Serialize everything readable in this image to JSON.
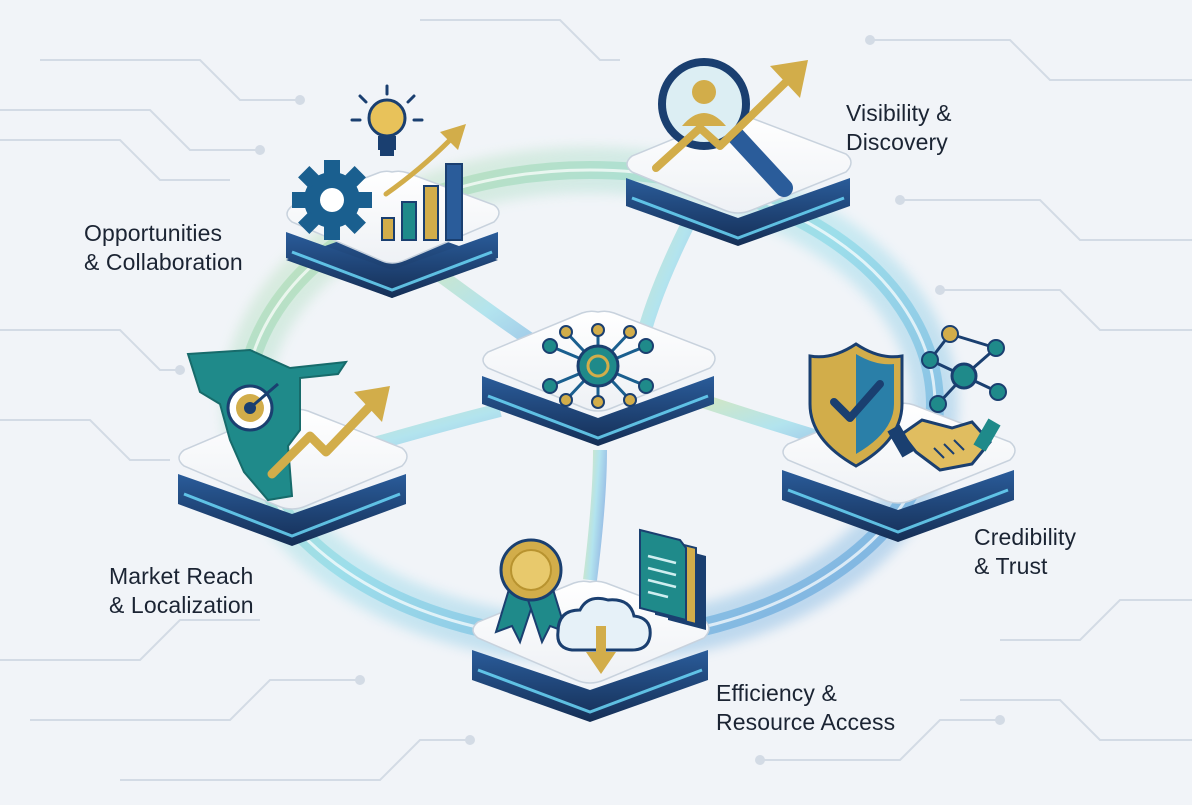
{
  "labels": {
    "opportunities": {
      "line1": "Opportunities",
      "line2": "& Collaboration"
    },
    "visibility": {
      "line1": "Visibility &",
      "line2": "Discovery"
    },
    "credibility": {
      "line1": "Credibility",
      "line2": "& Trust"
    },
    "market": {
      "line1": "Market Reach",
      "line2": "& Localization"
    },
    "efficiency": {
      "line1": "Efficiency &",
      "line2": "Resource Access"
    }
  },
  "icons": {
    "center": "network-hub-icon",
    "opportunities": [
      "lightbulb-icon",
      "gear-icon",
      "growth-bar-chart-icon"
    ],
    "visibility": [
      "magnifier-person-icon",
      "upward-arrow-icon"
    ],
    "credibility": [
      "shield-check-icon",
      "network-icon",
      "handshake-icon"
    ],
    "market": [
      "map-target-icon",
      "growth-arrow-icon"
    ],
    "efficiency": [
      "award-ribbon-icon",
      "cloud-download-icon",
      "documents-icon"
    ]
  },
  "colors": {
    "teal": "#1f8a8a",
    "navy": "#1a3f70",
    "gold": "#d2ad4a",
    "glow": "#7fd6e6",
    "background": "#f1f4f8"
  }
}
